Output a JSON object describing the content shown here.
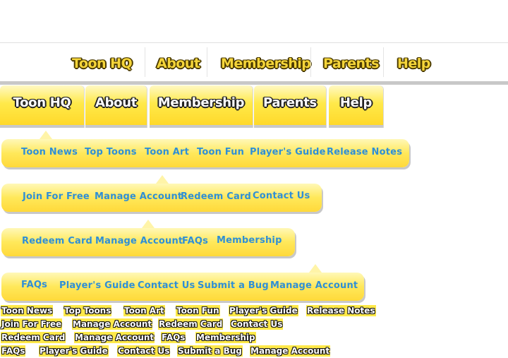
{
  "top_nav": {
    "items": [
      "Toon HQ",
      "About",
      "Membership",
      "Parents",
      "Help"
    ]
  },
  "tab_nav": {
    "items": [
      "Toon HQ",
      "About",
      "Membership",
      "Parents",
      "Help"
    ]
  },
  "submenus": {
    "toon_hq": [
      "Toon News",
      "Top Toons",
      "Toon Art",
      "Toon Fun",
      "Player's Guide",
      "Release Notes"
    ],
    "membership": [
      "Join For Free",
      "Manage Account",
      "Redeem Card",
      "Contact Us"
    ],
    "parents": [
      "Redeem Card",
      "Manage Account",
      "FAQs",
      "Membership"
    ],
    "help": [
      "FAQs",
      "Player's Guide",
      "Contact Us",
      "Submit a Bug",
      "Manage Account"
    ]
  },
  "plain_lists": {
    "row1": [
      "Toon News",
      "Top Toons",
      "Toon Art",
      "Toon Fun",
      "Player's Guide",
      "Release Notes"
    ],
    "row2": [
      "Join For Free",
      "Manage Account",
      "Redeem Card",
      "Contact Us"
    ],
    "row3": [
      "Redeem Card",
      "Manage Account",
      "FAQs",
      "Membership"
    ],
    "row4": [
      "FAQs",
      "Player's Guide",
      "Contact Us",
      "Submit a Bug",
      "Manage Account"
    ]
  },
  "colors": {
    "link_blue": "#2f8fd6",
    "bubble_yellow": "#ffe85a",
    "outline": "#222222"
  }
}
